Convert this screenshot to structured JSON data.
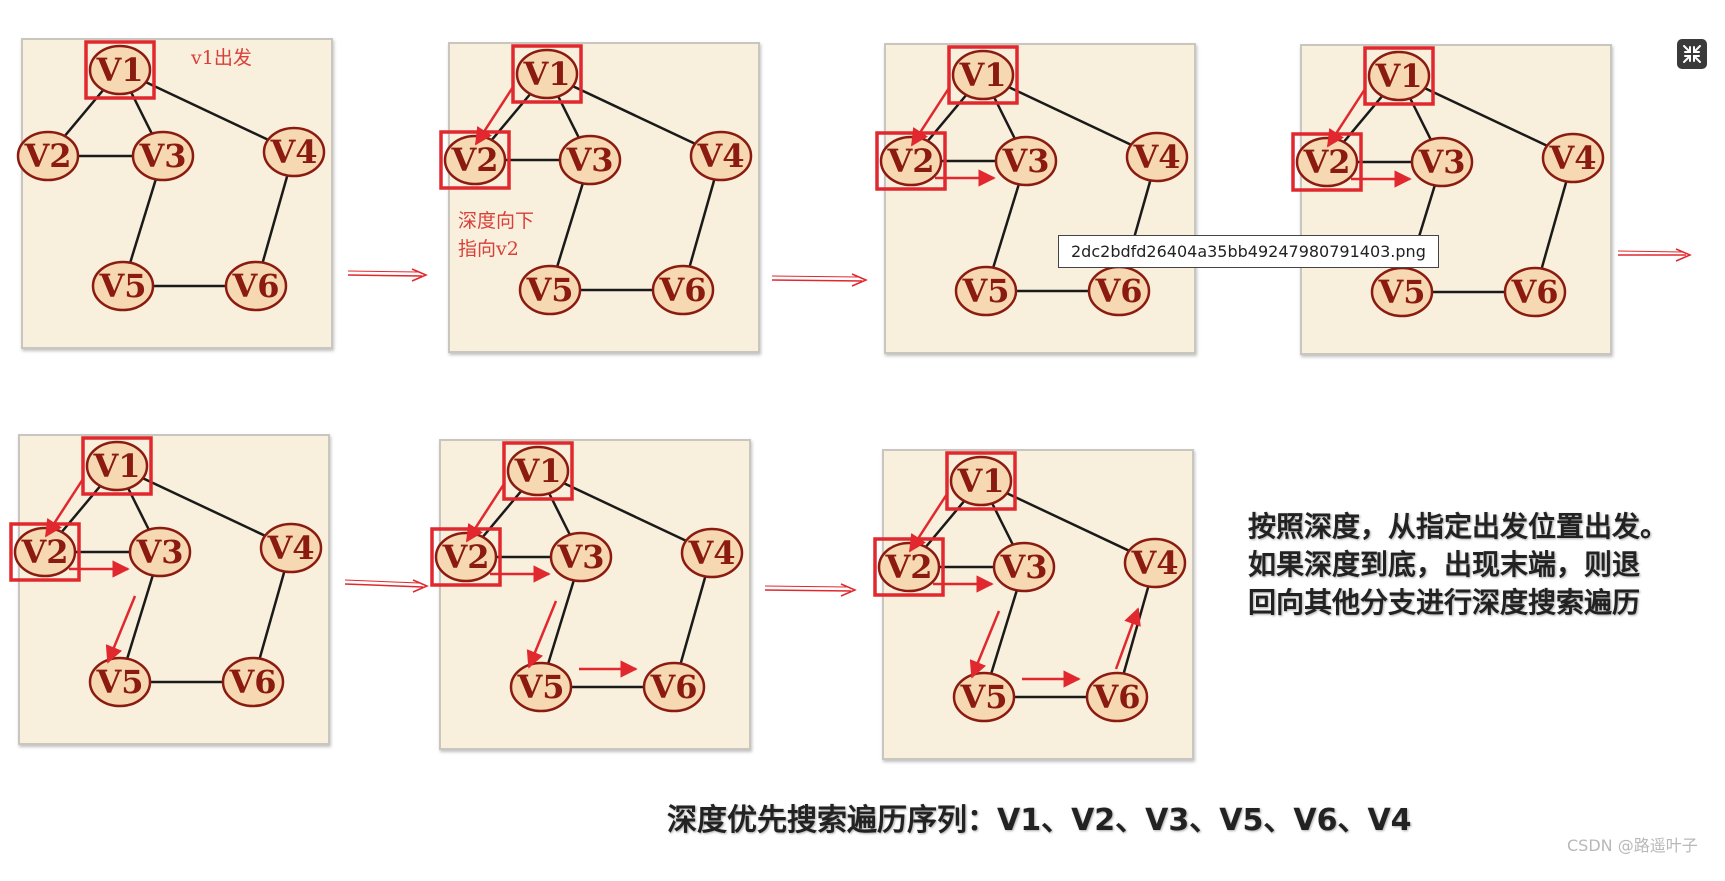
{
  "nodes": [
    "V1",
    "V2",
    "V3",
    "V4",
    "V5",
    "V6"
  ],
  "edges": [
    [
      "V1",
      "V2"
    ],
    [
      "V1",
      "V3"
    ],
    [
      "V1",
      "V4"
    ],
    [
      "V2",
      "V3"
    ],
    [
      "V3",
      "V5"
    ],
    [
      "V4",
      "V6"
    ],
    [
      "V5",
      "V6"
    ]
  ],
  "steps": [
    {
      "highlight": [
        "V1"
      ],
      "arrows": []
    },
    {
      "highlight": [
        "V1",
        "V2"
      ],
      "arrows": [
        "V1-V2"
      ]
    },
    {
      "highlight": [
        "V1",
        "V2"
      ],
      "arrows": [
        "V1-V2",
        "V2-V3"
      ]
    },
    {
      "highlight": [
        "V1",
        "V2"
      ],
      "arrows": [
        "V1-V2",
        "V2-V3"
      ]
    },
    {
      "highlight": [
        "V1",
        "V2"
      ],
      "arrows": [
        "V1-V2",
        "V2-V3",
        "V3-V5"
      ]
    },
    {
      "highlight": [
        "V1",
        "V2"
      ],
      "arrows": [
        "V1-V2",
        "V2-V3",
        "V3-V5",
        "V5-V6"
      ]
    },
    {
      "highlight": [
        "V1",
        "V2"
      ],
      "arrows": [
        "V1-V2",
        "V2-V3",
        "V3-V5",
        "V5-V6",
        "V6-V4"
      ]
    }
  ],
  "annotations": {
    "start_note": "v1出发",
    "down_note_line1": "深度向下",
    "down_note_line2": "指向v2"
  },
  "summary": {
    "line1": "按照深度，从指定出发位置出发。",
    "line2": "如果深度到底，出现末端，则退",
    "line3": "回向其他分支进行深度搜索遍历"
  },
  "sequence_text": "深度优先搜索遍历序列：V1、V2、V3、V5、V6、V4",
  "tooltip_filename": "2dc2bdfd26404a35bb49247980791403.png",
  "watermark": "CSDN @路遥叶子",
  "colors": {
    "panel_bg": "#f8efdc",
    "node_fill": "#f6d9b2",
    "node_stroke": "#8b1a10",
    "highlight_red": "#e0282e",
    "edge": "#1a1a1a"
  },
  "icons": {
    "fullscreen": "collapse-fullscreen-icon"
  }
}
